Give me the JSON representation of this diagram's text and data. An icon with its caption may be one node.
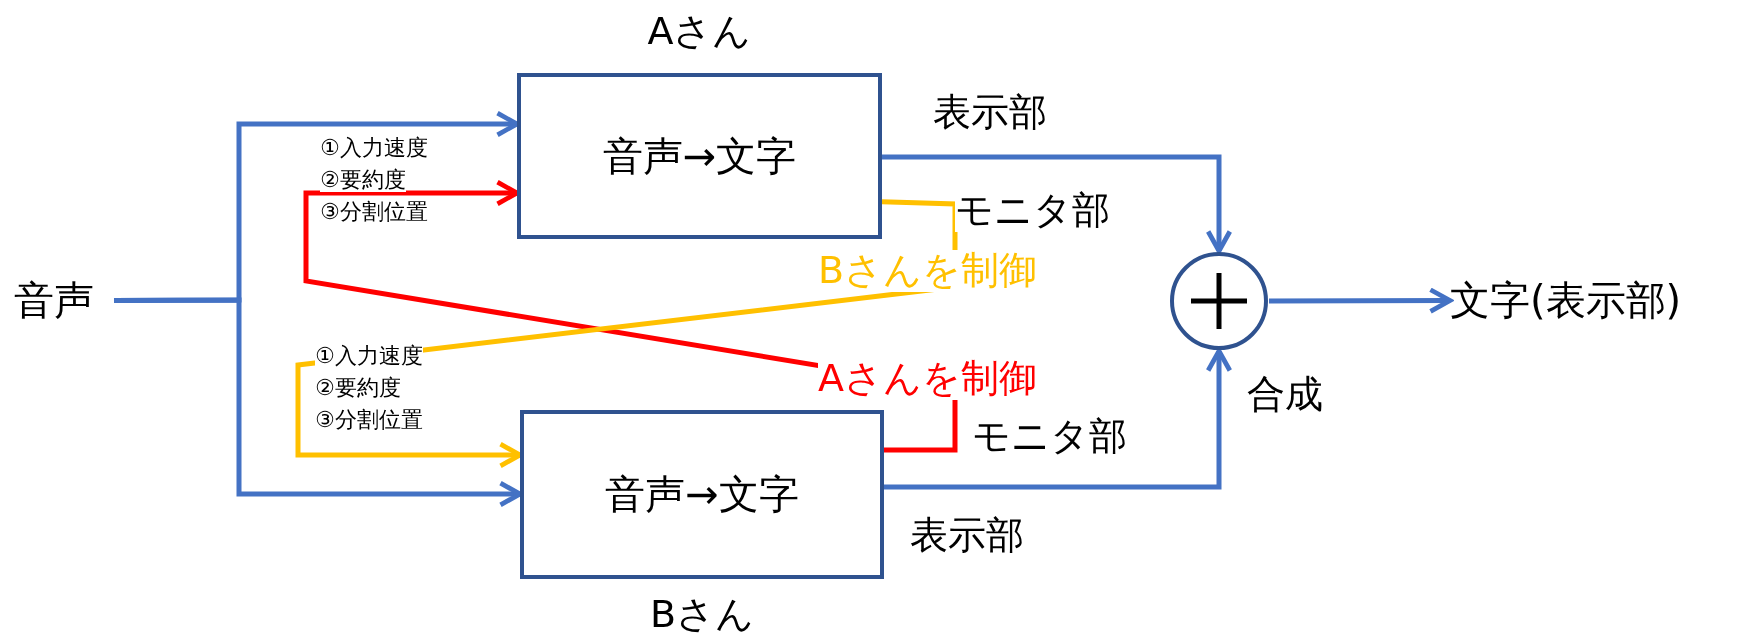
{
  "diagram": {
    "nodes": [
      {
        "text": [
          "音声"
        ]
      },
      {
        "text": [
          "Aさん",
          "音声→文字"
        ]
      },
      {
        "text": [
          "音声→文字",
          "Bさん"
        ]
      },
      {
        "text": [],
        "shape": "circle",
        "beside": [
          "合成"
        ]
      },
      {
        "text": [
          "文字(表示部)"
        ]
      }
    ],
    "edges": [
      {
        "from": 0,
        "to": 1,
        "arrow": "to"
      },
      {
        "from": 0,
        "to": 2,
        "arrow": "to"
      },
      {
        "from": 1,
        "to": 3,
        "arrow": "to",
        "label": "表示部"
      },
      {
        "from": 2,
        "to": 3,
        "arrow": "to",
        "label": "表示部"
      },
      {
        "from": 3,
        "to": 4,
        "arrow": "to"
      },
      {
        "from": 2,
        "to": 1,
        "arrow": "to",
        "label": "Aさんを制御",
        "color": "#ff0000"
      },
      {
        "from": 1,
        "to": 2,
        "arrow": "to",
        "label": "Bさんを制御",
        "color": "#ffc000"
      }
    ],
    "labels": [
      "①入力速度",
      "②要約度",
      "③分割位置",
      "モニタ部",
      "①入力速度",
      "②要約度",
      "③分割位置",
      "モニタ部"
    ]
  }
}
